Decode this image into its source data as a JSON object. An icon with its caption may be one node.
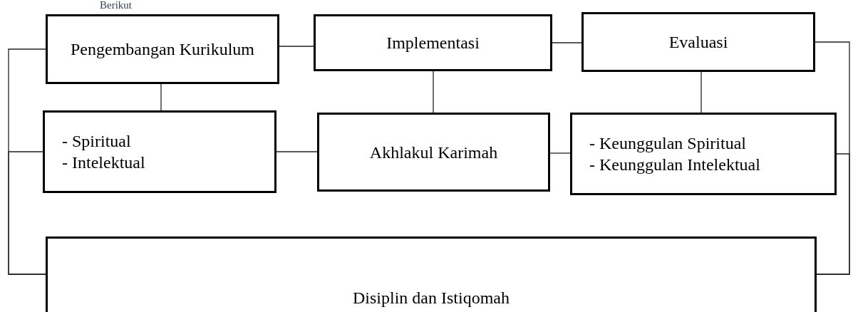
{
  "diagram": {
    "nodes": [
      {
        "text": [
          "Pengembangan Kurikulum"
        ]
      },
      {
        "text": [
          "Implementasi"
        ]
      },
      {
        "text": [
          "Evaluasi"
        ]
      },
      {
        "text": [
          "- Spiritual",
          "- Intelektual"
        ]
      },
      {
        "text": [
          "Akhlakul Karimah"
        ]
      },
      {
        "text": [
          "- Keunggulan Spiritual",
          "- Keunggulan Intelektual"
        ]
      },
      {
        "text": [
          "Disiplin dan Istiqomah"
        ]
      }
    ],
    "edges": [
      {
        "from": 0,
        "to": 1,
        "arrow": "none"
      },
      {
        "from": 1,
        "to": 2,
        "arrow": "none"
      },
      {
        "from": 0,
        "to": 3,
        "arrow": "none"
      },
      {
        "from": 1,
        "to": 4,
        "arrow": "none"
      },
      {
        "from": 2,
        "to": 5,
        "arrow": "none"
      },
      {
        "from": 3,
        "to": 4,
        "arrow": "none"
      },
      {
        "from": 4,
        "to": 5,
        "arrow": "none"
      },
      {
        "from": 0,
        "to": 6,
        "arrow": "none"
      },
      {
        "from": 3,
        "to": 6,
        "arrow": "none"
      },
      {
        "from": 2,
        "to": 6,
        "arrow": "none"
      },
      {
        "from": 5,
        "to": 6,
        "arrow": "none"
      }
    ],
    "labels": [
      "Berikut"
    ]
  }
}
